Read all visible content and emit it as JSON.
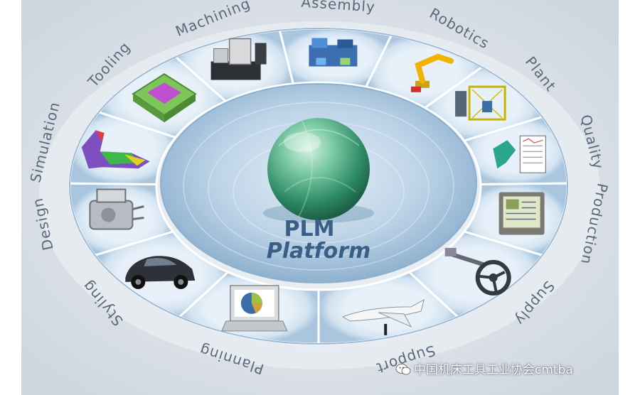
{
  "center": {
    "line1": "PLM",
    "line2": "Platform"
  },
  "segments": [
    {
      "label": "Assembly",
      "icon": "assembly-line-icon"
    },
    {
      "label": "Robotics",
      "icon": "robot-arm-icon"
    },
    {
      "label": "Plant",
      "icon": "plant-cell-icon"
    },
    {
      "label": "Quality",
      "icon": "quality-report-icon"
    },
    {
      "label": "Production",
      "icon": "production-monitor-icon"
    },
    {
      "label": "Supply",
      "icon": "steering-assembly-icon"
    },
    {
      "label": "Support",
      "icon": "jet-aircraft-icon"
    },
    {
      "label": "Planning",
      "icon": "laptop-pie-chart-icon"
    },
    {
      "label": "Styling",
      "icon": "sports-car-icon"
    },
    {
      "label": "Design",
      "icon": "engine-block-icon"
    },
    {
      "label": "Simulation",
      "icon": "fem-part-icon"
    },
    {
      "label": "Tooling",
      "icon": "tooling-die-icon"
    },
    {
      "label": "Machining",
      "icon": "cnc-machine-icon"
    }
  ],
  "watermark": {
    "text": "中国机床工具工业协会cmtba",
    "icon": "wechat-icon"
  },
  "colors": {
    "background": "#dde3ea",
    "ring": "#d6e6f3",
    "disk": "#b9d3e8",
    "sphere": "#4fae88",
    "label": "#5a6a7c",
    "title": "#3a5f86"
  }
}
